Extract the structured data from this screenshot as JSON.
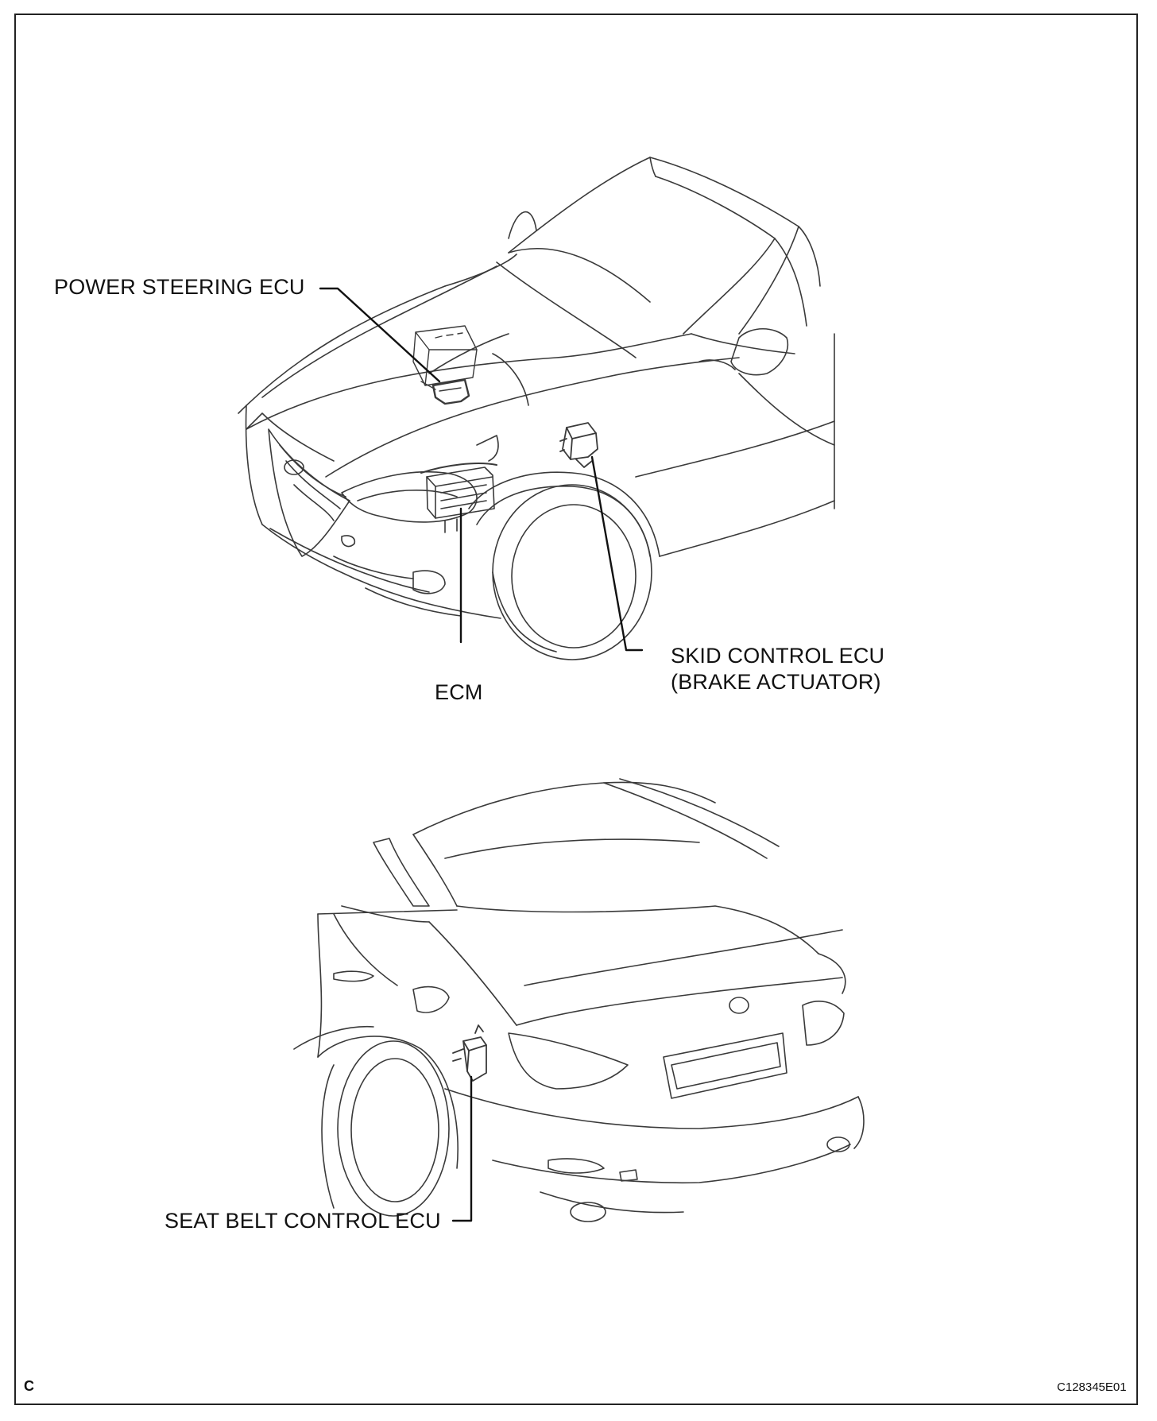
{
  "labels": {
    "power_steering_ecu": "POWER STEERING ECU",
    "ecm": "ECM",
    "skid_control_ecu_line1": "SKID CONTROL ECU",
    "skid_control_ecu_line2": "(BRAKE ACTUATOR)",
    "seat_belt_control_ecu": "SEAT BELT CONTROL ECU"
  },
  "corner_mark": "C",
  "figure_code": "C128345E01"
}
